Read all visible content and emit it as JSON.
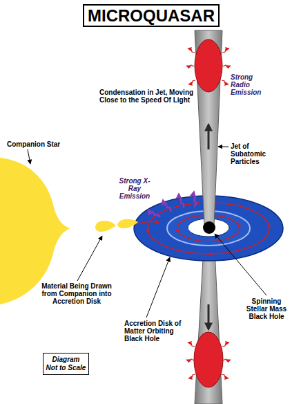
{
  "diagram": {
    "title": "MICROQUASAR",
    "nodes": [
      {
        "text": [
          "Diagram Not to Scale"
        ]
      }
    ],
    "labels": [
      "Condensation in Jet, Moving Close to the Speed Of Light",
      "Strong Radio Emission",
      "Companion Star",
      "Jet of Subatomic Particles",
      "Strong X-Ray Emission",
      "Material Being Drawn from Companion into Accretion Disk",
      "Spinning Stellar Mass Black Hole",
      "Accretion Disk of Matter Orbiting Black Hole"
    ]
  }
}
